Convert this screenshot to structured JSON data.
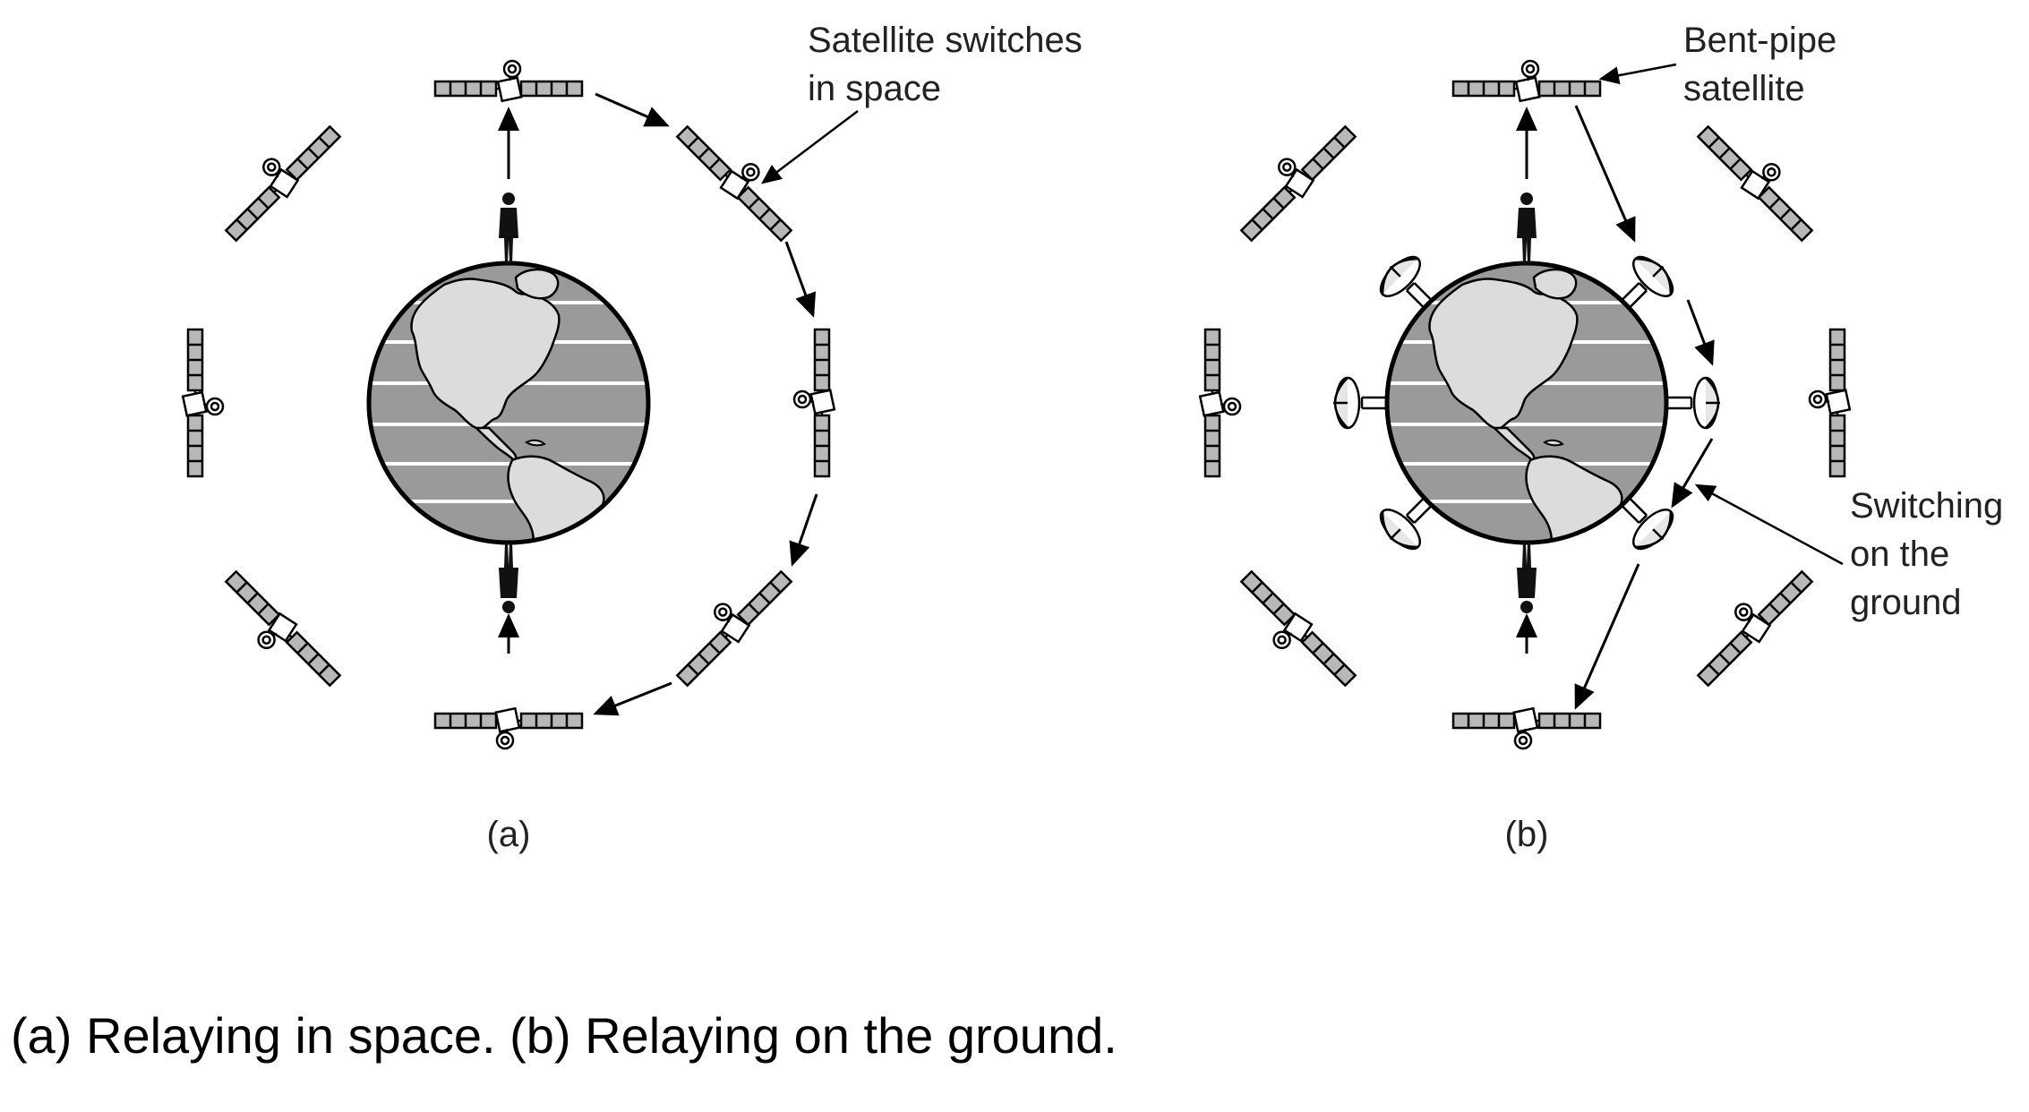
{
  "panel_a": {
    "callout_line1": "Satellite switches",
    "callout_line2": "in space",
    "label": "(a)"
  },
  "panel_b": {
    "callout_top_line1": "Bent-pipe",
    "callout_top_line2": "satellite",
    "callout_right_line1": "Switching",
    "callout_right_line2": "on the",
    "callout_right_line3": "ground",
    "label": "(b)"
  },
  "caption": "(a) Relaying in space. (b) Relaying on the ground.",
  "colors": {
    "ink": "#000000",
    "ocean": "#9a9a9a",
    "land": "#dcdcdc",
    "panel": "#b8b8b8",
    "person": "#111111"
  }
}
